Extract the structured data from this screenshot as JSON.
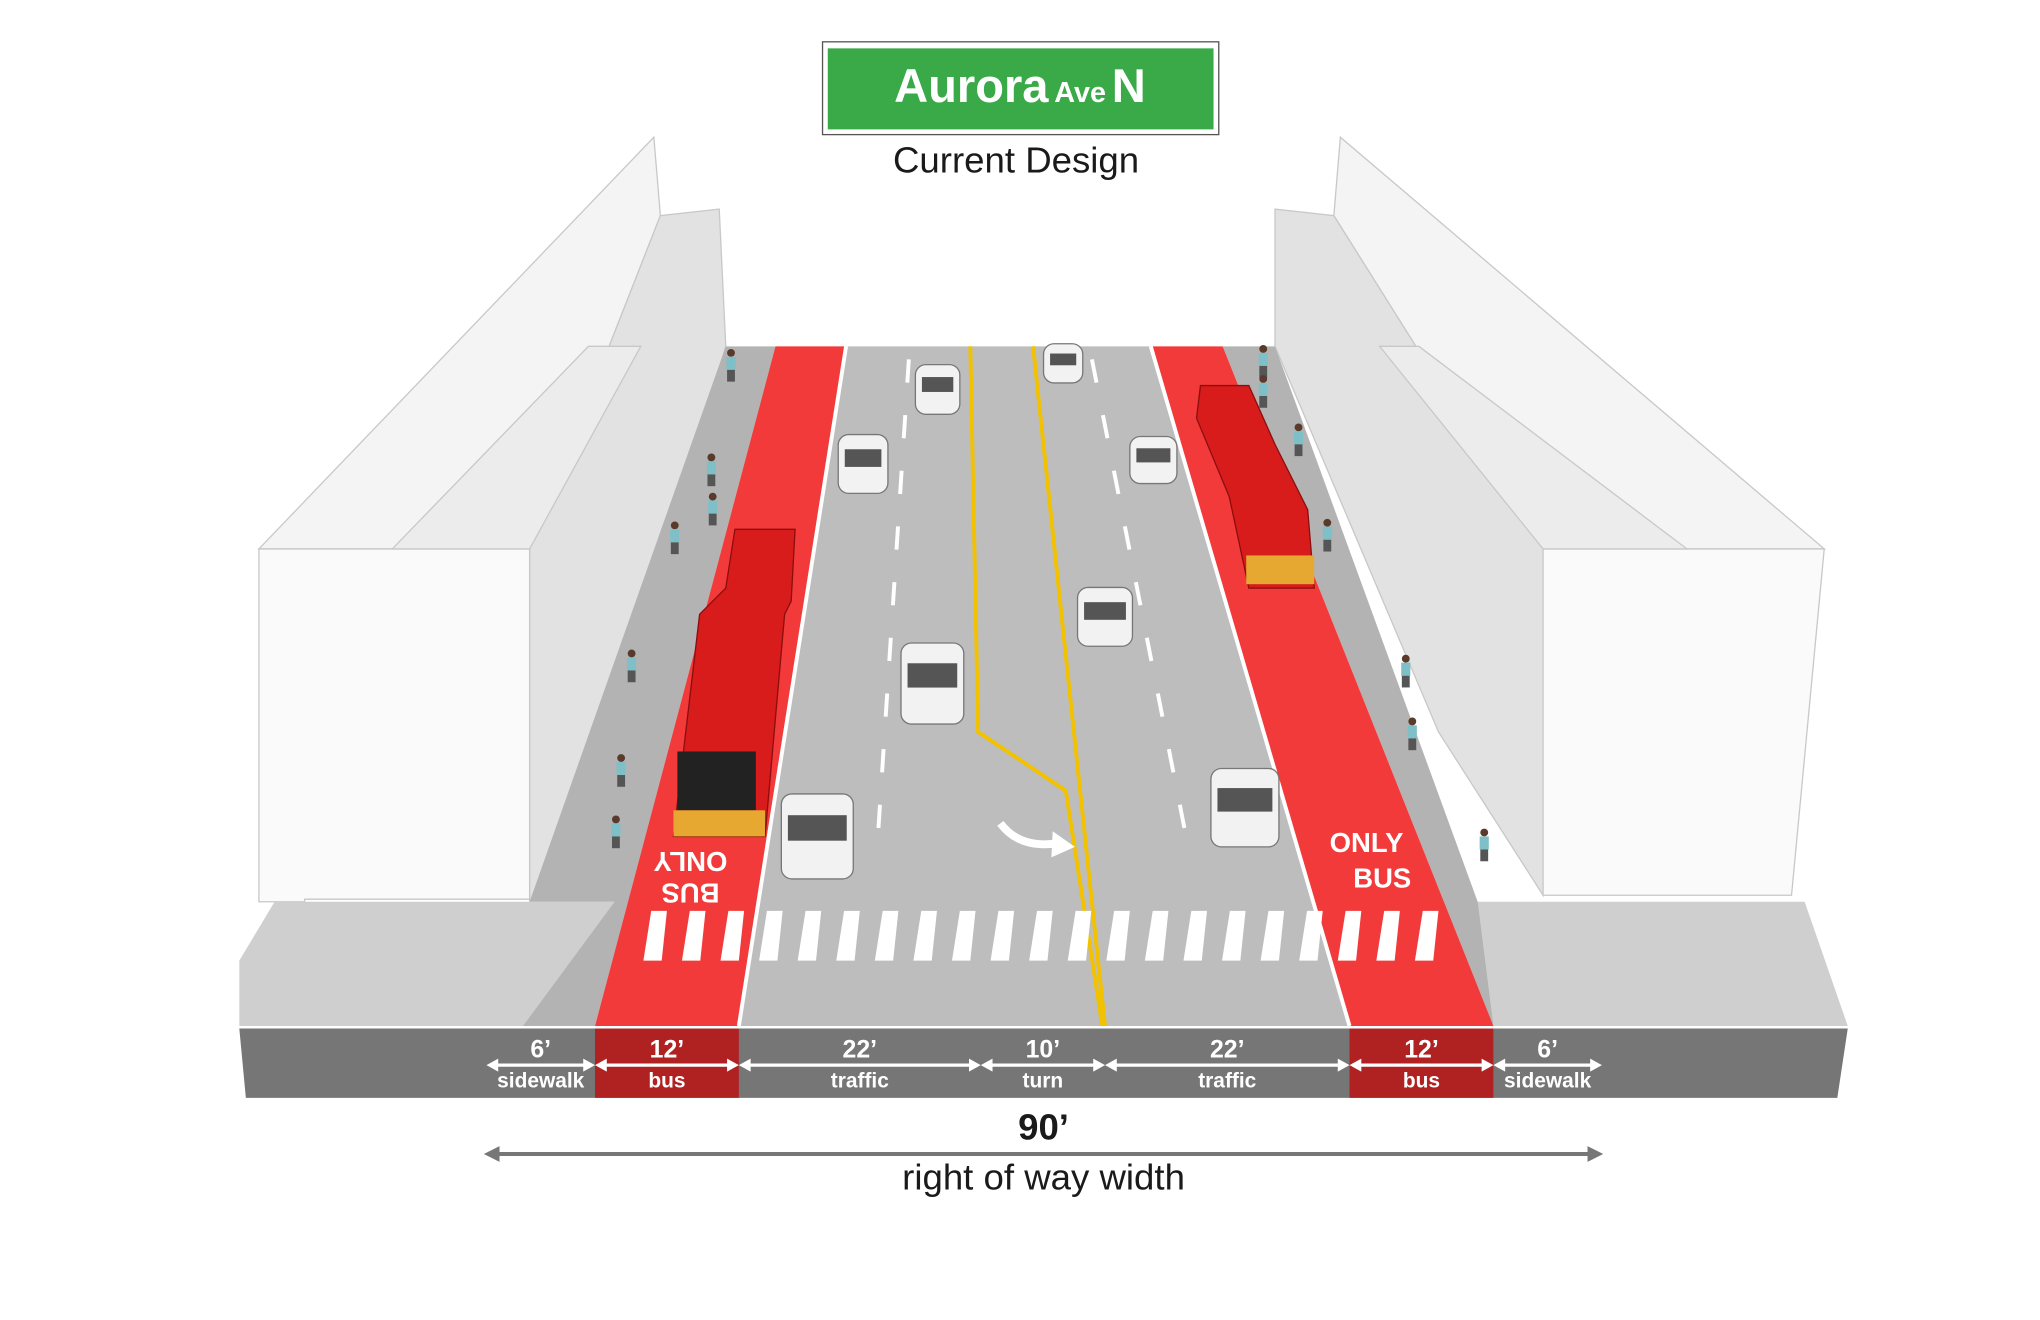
{
  "sign": {
    "name_main": "Aurora",
    "name_type": "Ave",
    "name_dir": "N",
    "color": "#3aaa48"
  },
  "subtitle": "Current Design",
  "segments": [
    {
      "width": "6’",
      "label": "sidewalk",
      "type": "sidewalk"
    },
    {
      "width": "12’",
      "label": "bus",
      "type": "bus"
    },
    {
      "width": "22’",
      "label": "traffic",
      "type": "traffic"
    },
    {
      "width": "10’",
      "label": "turn",
      "type": "turn"
    },
    {
      "width": "22’",
      "label": "traffic",
      "type": "traffic"
    },
    {
      "width": "12’",
      "label": "bus",
      "type": "bus"
    },
    {
      "width": "6’",
      "label": "sidewalk",
      "type": "sidewalk"
    }
  ],
  "total": {
    "width": "90’",
    "label": "right of way width"
  },
  "pavement_markings": {
    "left": [
      "ONLY",
      "BUS"
    ],
    "right": [
      "ONLY",
      "BUS"
    ]
  },
  "colors": {
    "bus_lane": "#f23a3a",
    "bus_lane_face": "#b02222",
    "road": "#bdbdbd",
    "face": "#767676",
    "yellow": "#f2c200"
  }
}
